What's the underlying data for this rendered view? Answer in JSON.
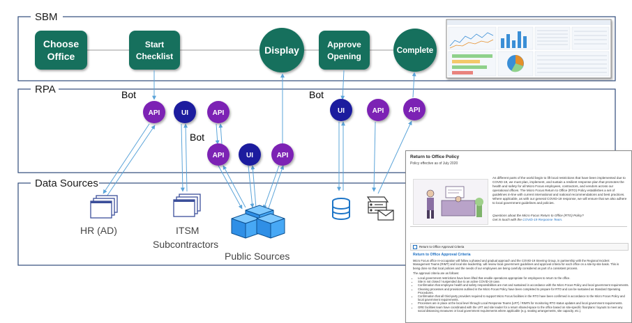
{
  "lanes": {
    "sbm": "SBM",
    "rpa": "RPA",
    "data_sources": "Data Sources"
  },
  "sbm_steps": {
    "choose_office": [
      "Choose",
      "Office"
    ],
    "start_checklist": [
      "Start",
      "Checklist"
    ],
    "display": "Display",
    "approve_opening": [
      "Approve",
      "Opening"
    ],
    "complete": "Complete"
  },
  "rpa": {
    "bot_label": "Bot",
    "api": "API",
    "ui": "UI"
  },
  "sources": {
    "hr": "HR (AD)",
    "itsm": [
      "ITSM",
      "Subcontractors"
    ],
    "public": "Public Sources"
  },
  "policy": {
    "title": "Return to Office Policy",
    "effective": "Policy effective as of July 2020",
    "body": "As different parts of the world begin to lift local restrictions that have been implemented due to COVID-19, we must plan, implement, and sustain a resilient response plan that promotes the health and safety for all Micro Focus employees, contractors, and vendors across our operational offices. The Micro Focus Return to Office (RTO) Policy establishes a set of guidelines in-line with current international and national recommendations and best practices. Where applicable, as with our general COVID-19 response, we will ensure that we also adhere to local government guidelines and policies.",
    "question": "Questions about the Micro Focus Return to Office (RTO) Policy?",
    "contact_prefix": "Get in touch with the",
    "contact_link": "COVID-19 Response Team.",
    "toggle": "Return to Office Approval Criteria",
    "criteria_title": "Return to Office Approval Criteria",
    "criteria_text": "Micro Focus office re-occupation will follow a phased and gradual approach and the COVID-19 Steering Group, in partnership with the Regional Incident Management Teams (RIMT) and local site leadership, will review local government guidelines and approval criteria for each office on a site-by-site basis. This is being done so that local policies and the needs of our employees are being carefully considered as part of a consistent process.",
    "criteria_intro": "The approval criteria are as follows:",
    "criteria": [
      "Local government restrictions have been lifted that enable operations appropriate for employees to return to the office.",
      "Site is not closed / suspended due to an active COVID-19 case.",
      "Confirmation that employee health and safety responsibilities are met and sustained in accordance with the Micro Focus Policy and local government requirements.",
      "Cleaning processes and provisions outlined in the Micro Focus Policy have been completed to prepare for RTO and can be sustained as Standard Operating Procedures.",
      "Confirmation that all third-party providers required to support Micro Focus facilities in the RTO have been confirmed in accordance to the Micro Focus Policy and local government requirements.",
      "Processes are in place at the local level through Local Response Teams (LRT) / RIMTs for monitoring RTO status updates and local government requirements.",
      "GRE facilities team have coordinated with the LRT and site leader for a return shared-space to the office based on site-specific floorplans / layouts to meet any social distancing measures or local government requirements where applicable (e.g. seating arrangements, site capacity, etc.)."
    ]
  },
  "colors": {
    "lane_border": "#2e4a7a",
    "green": "#14705d",
    "api_purple": "#7b22b4",
    "ui_navy": "#1c1f9e",
    "arrow": "#5ba4d9",
    "icon_blue": "#3b4f9a"
  }
}
